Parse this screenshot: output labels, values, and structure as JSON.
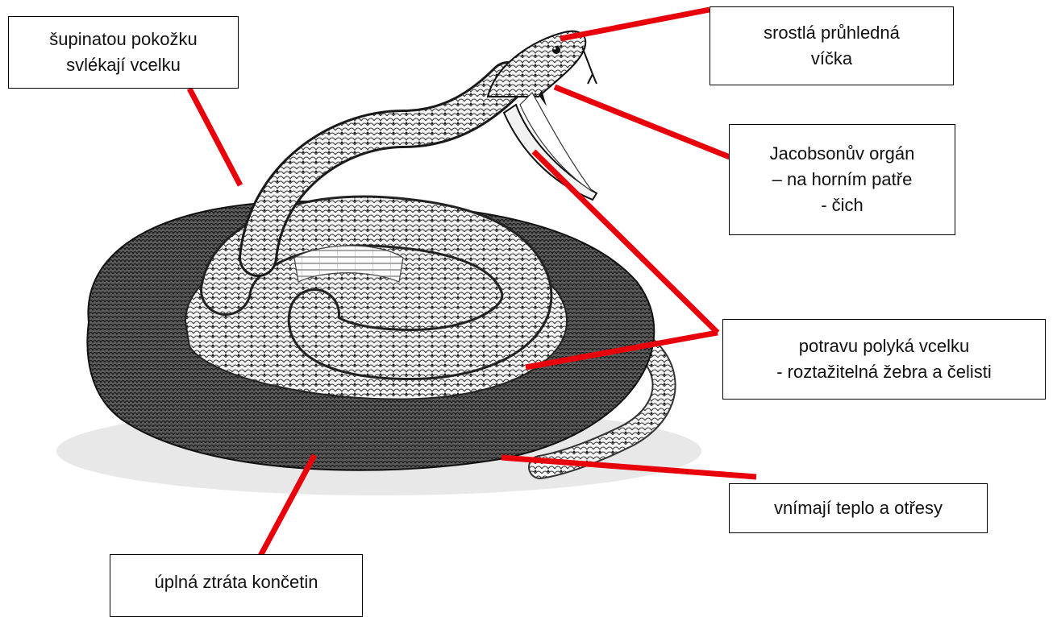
{
  "labels": {
    "skin": {
      "lines": [
        "šupinatou pokožku",
        "svlékají vcelku"
      ]
    },
    "eyelids": {
      "lines": [
        "srostlá průhledná",
        "víčka"
      ]
    },
    "jacobson": {
      "lines": [
        "Jacobsonův orgán",
        "– na horním patře",
        "- čich"
      ]
    },
    "swallow": {
      "lines": [
        "potravu polyká vcelku",
        "- roztažitelná žebra a čelisti"
      ]
    },
    "heat": {
      "lines": [
        "vnímají teplo a otřesy"
      ]
    },
    "limbs": {
      "lines": [
        "úplná ztráta končetin"
      ]
    }
  },
  "colors": {
    "leader_line": "#e8000b",
    "box_border": "#000000",
    "text": "#111111"
  },
  "illustration": "coiled-rattlesnake-engraving"
}
